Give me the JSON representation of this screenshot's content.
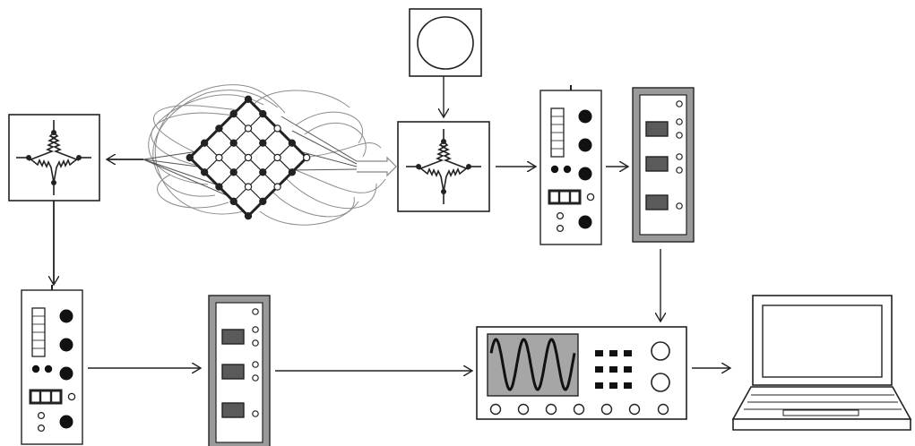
{
  "diagram": {
    "components": [
      {
        "id": "signal-source",
        "kind": "circle-generator-icon"
      },
      {
        "id": "sensor-grid",
        "kind": "diamond-sensor-array-icon"
      },
      {
        "id": "bridge-left",
        "kind": "wheatstone-bridge-icon"
      },
      {
        "id": "bridge-right",
        "kind": "wheatstone-bridge-icon"
      },
      {
        "id": "amplifier-top",
        "kind": "amplifier-module-icon"
      },
      {
        "id": "filter-top",
        "kind": "filter-module-icon"
      },
      {
        "id": "amplifier-bottom",
        "kind": "amplifier-module-icon"
      },
      {
        "id": "filter-bottom",
        "kind": "filter-module-icon"
      },
      {
        "id": "oscilloscope",
        "kind": "oscilloscope-icon"
      },
      {
        "id": "laptop",
        "kind": "laptop-icon"
      }
    ],
    "connections": [
      {
        "from": "signal-source",
        "to": "bridge-right"
      },
      {
        "from": "sensor-grid",
        "to": "bridge-left"
      },
      {
        "from": "sensor-grid",
        "to": "bridge-right"
      },
      {
        "from": "bridge-right",
        "to": "amplifier-top"
      },
      {
        "from": "amplifier-top",
        "to": "filter-top"
      },
      {
        "from": "filter-top",
        "to": "oscilloscope"
      },
      {
        "from": "bridge-left",
        "to": "amplifier-bottom"
      },
      {
        "from": "amplifier-bottom",
        "to": "filter-bottom"
      },
      {
        "from": "filter-bottom",
        "to": "oscilloscope"
      },
      {
        "from": "oscilloscope",
        "to": "laptop"
      }
    ],
    "colors": {
      "stroke": "#222222",
      "panel_gray": "#9a9a9a",
      "screen_gray": "#a6a6a6",
      "wire_gray": "#8c8c8c"
    }
  }
}
